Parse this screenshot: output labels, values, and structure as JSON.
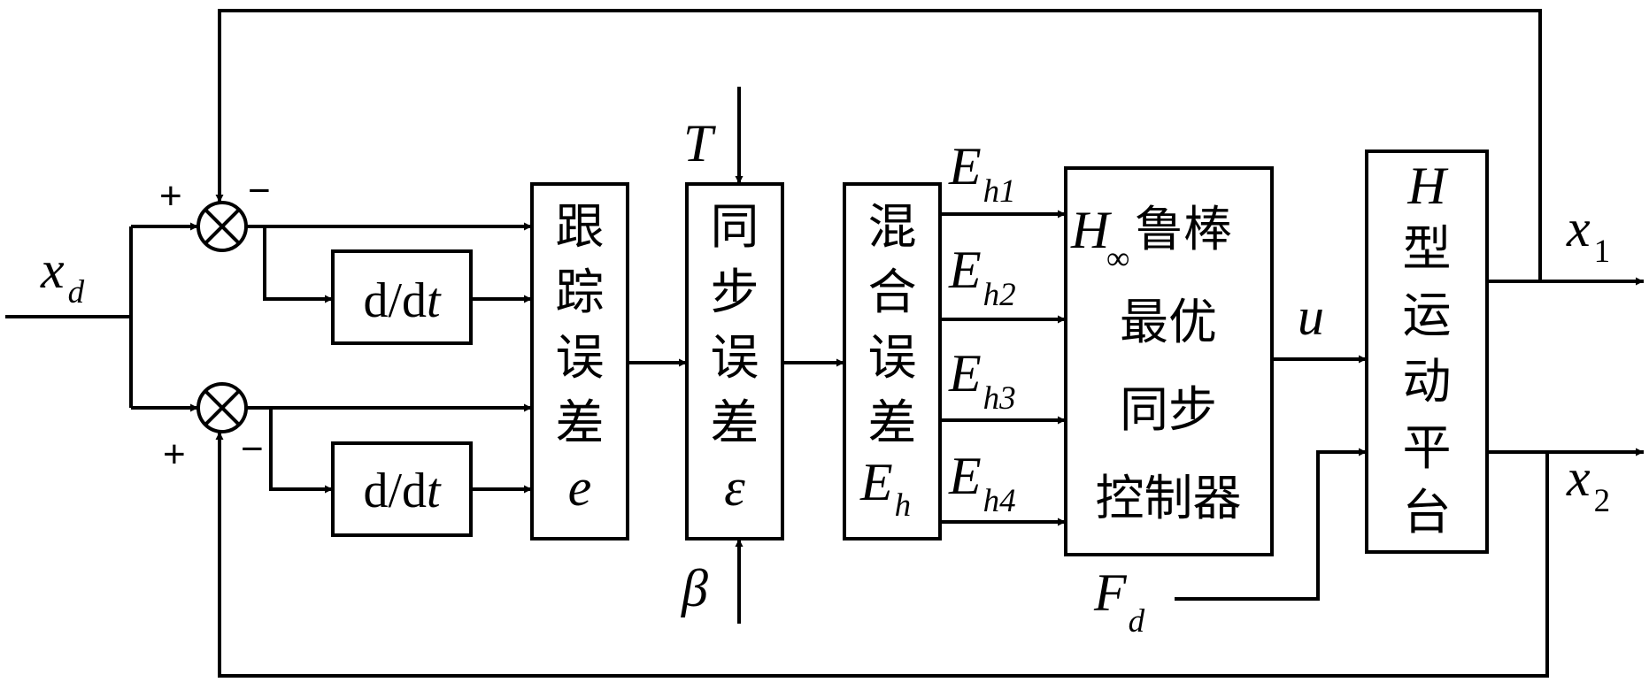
{
  "diagram": {
    "input": {
      "symbol": "x",
      "subscript": "d"
    },
    "comparators": [
      {
        "plus_sign": "+",
        "minus_sign": "−"
      },
      {
        "plus_sign": "+",
        "minus_sign": "−"
      }
    ],
    "derivative_blocks": [
      {
        "prefix": "d/d",
        "var": "t"
      },
      {
        "prefix": "d/d",
        "var": "t"
      }
    ],
    "tracking_error": {
      "lines": [
        "跟",
        "踪",
        "误",
        "差"
      ],
      "symbol": "e"
    },
    "sync_error": {
      "lines": [
        "同",
        "步",
        "误",
        "差"
      ],
      "symbol": "ε",
      "top_input": "T",
      "bottom_input": "β"
    },
    "hybrid_error": {
      "lines": [
        "混",
        "合",
        "误",
        "差"
      ],
      "symbol": "E",
      "subscript": "h"
    },
    "hybrid_outputs": [
      {
        "symbol": "E",
        "subscript": "h1"
      },
      {
        "symbol": "E",
        "subscript": "h2"
      },
      {
        "symbol": "E",
        "subscript": "h3"
      },
      {
        "symbol": "E",
        "subscript": "h4"
      }
    ],
    "controller": {
      "h_symbol": "H",
      "h_subscript": "∞",
      "line1_text": "鲁棒",
      "line2": "最优",
      "line3": "同步",
      "line4": "控制器"
    },
    "control_signal": "u",
    "disturbance": {
      "symbol": "F",
      "subscript": "d"
    },
    "platform": {
      "symbol": "H",
      "lines": [
        "型",
        "运",
        "动",
        "平",
        "台"
      ]
    },
    "outputs": [
      {
        "symbol": "x",
        "subscript": "1"
      },
      {
        "symbol": "x",
        "subscript": "2"
      }
    ]
  }
}
